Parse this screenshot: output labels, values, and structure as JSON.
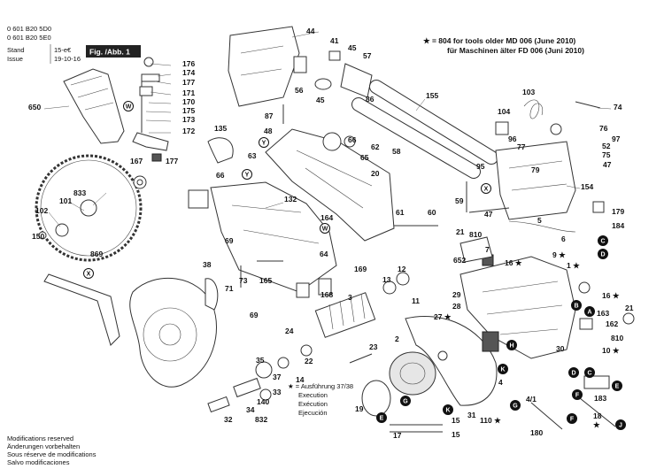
{
  "header": {
    "codes": [
      "0 601 B20 5D0",
      "0 601 B20 5E0"
    ],
    "stand_label": "Stand",
    "stand_value": "15-e€",
    "issue_label": "Issue",
    "issue_value": "19-10-16",
    "fig_label": "Fig. /Abb. 1"
  },
  "note": {
    "line1": "★ = 804 for tools older MD 006 (June 2010)",
    "line2": "für Maschinen älter FD 006 (Juni 2010)"
  },
  "footer": {
    "modifications": [
      "Modifications reserved",
      "Änderungen vorbehalten",
      "Sous réserve de modifications",
      "Salvo modificaciones"
    ],
    "execution": [
      "★ = Ausführung 37/38",
      "Execution",
      "Exécution",
      "Ejecución"
    ]
  },
  "parts": [
    "44",
    "41",
    "45",
    "57",
    "56",
    "45",
    "86",
    "155",
    "103",
    "74",
    "104",
    "87",
    "48",
    "135",
    "66",
    "62",
    "65",
    "58",
    "96",
    "76",
    "97",
    "77",
    "52",
    "75",
    "63",
    "95",
    "79",
    "47",
    "20",
    "66",
    "176",
    "174",
    "177",
    "171",
    "170",
    "175",
    "173",
    "172",
    "650",
    "167",
    "177",
    "833",
    "101",
    "102",
    "150",
    "132",
    "164",
    "61",
    "60",
    "59",
    "154",
    "47",
    "179",
    "5",
    "184",
    "6",
    "21",
    "810",
    "64",
    "869",
    "38",
    "69",
    "71",
    "73",
    "165",
    "169",
    "168",
    "3",
    "13",
    "12",
    "69",
    "11",
    "652",
    "7",
    "16 ★",
    "9 ★",
    "1 ★",
    "29",
    "28",
    "16 ★",
    "163",
    "162",
    "21",
    "27 ★",
    "810",
    "30",
    "10 ★",
    "24",
    "2",
    "23",
    "22",
    "35",
    "14",
    "37",
    "33",
    "140",
    "34",
    "832",
    "32",
    "31",
    "19",
    "17",
    "15",
    "15",
    "110 ★",
    "4",
    "4/1",
    "180",
    "183",
    "18",
    "★"
  ],
  "callouts": [
    "W",
    "Y",
    "Y",
    "X",
    "C",
    "D",
    "W",
    "X",
    "B",
    "A",
    "H",
    "K",
    "G",
    "K",
    "E",
    "D",
    "C",
    "E",
    "F",
    "G",
    "F",
    "J"
  ]
}
